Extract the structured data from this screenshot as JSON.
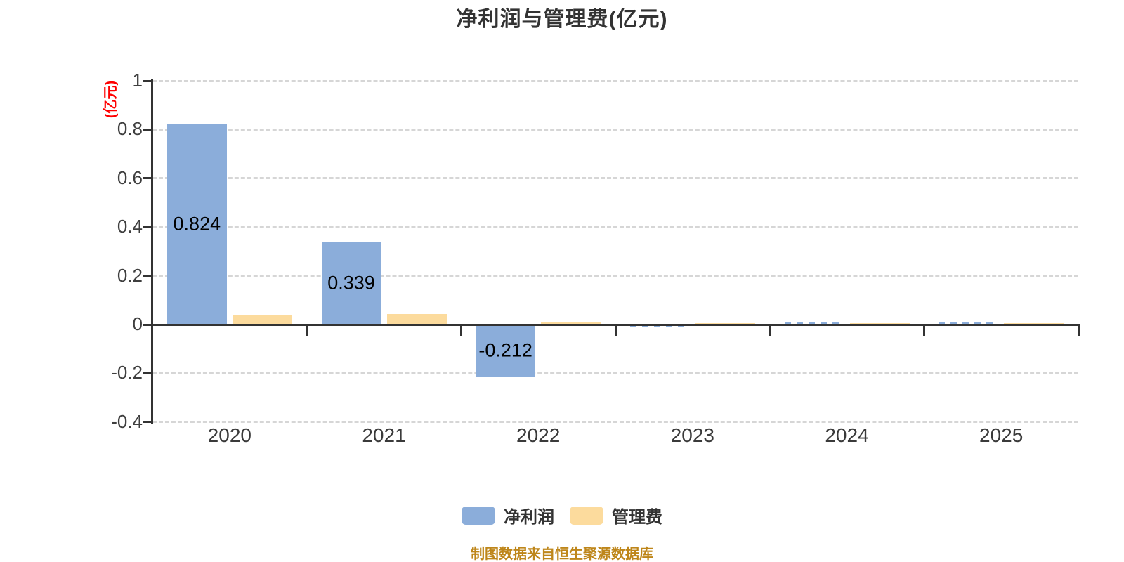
{
  "title": "净利润与管理费(亿元)",
  "y_axis_unit": "(亿元)",
  "source_note": "制图数据来自恒生聚源数据库",
  "legend": [
    {
      "label": "净利润",
      "color": "#8badda"
    },
    {
      "label": "管理费",
      "color": "#fcdb9d"
    }
  ],
  "colors": {
    "title": "#333333",
    "axis_line": "#333333",
    "grid_line": "#d6d6d6",
    "tick_label": "#3f3f3f",
    "value_label": "#000000",
    "y_unit": "#ff0000",
    "source_note": "#be861a",
    "background": "#ffffff",
    "series_blue": "#8badda",
    "series_yellow": "#fcdb9d"
  },
  "chart_data": {
    "type": "bar",
    "title": "净利润与管理费(亿元)",
    "categories": [
      "2020",
      "2021",
      "2022",
      "2023",
      "2024",
      "2025"
    ],
    "series": [
      {
        "name": "净利润",
        "color": "#8badda",
        "values": [
          0.824,
          0.339,
          -0.212,
          -0.012,
          0.008,
          0.007
        ],
        "value_labels": [
          "0.824",
          "0.339",
          "-0.212",
          "",
          "",
          ""
        ]
      },
      {
        "name": "管理费",
        "color": "#fcdb9d",
        "values": [
          0.037,
          0.042,
          0.012,
          0.004,
          0.003,
          0.003
        ],
        "value_labels": [
          "",
          "",
          "",
          "",
          "",
          ""
        ]
      }
    ],
    "xlabel": "",
    "ylabel": "(亿元)",
    "ylim": [
      -0.4,
      1.0
    ],
    "y_ticks": [
      1,
      0.8,
      0.6,
      0.4,
      0.2,
      0,
      -0.2,
      -0.4
    ],
    "y_tick_labels": [
      "1",
      "0.8",
      "0.6",
      "0.4",
      "0.2",
      "0",
      "-0.2",
      "-0.4"
    ],
    "grid": "dashed-horizontal-on",
    "legend_position": "bottom-center",
    "bar_label_position": "inside-center"
  }
}
